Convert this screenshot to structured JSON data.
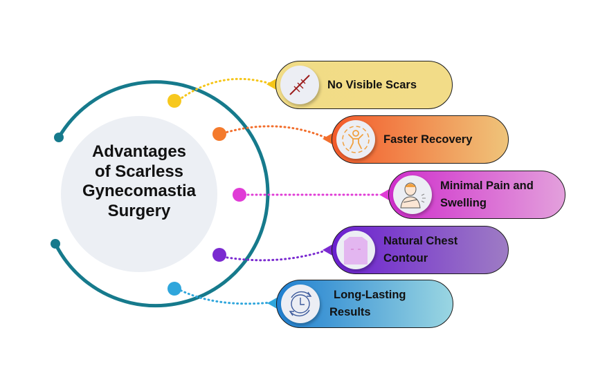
{
  "title": {
    "lines": [
      "Advantages",
      "of Scarless",
      "Gynecomastia",
      "Surgery"
    ]
  },
  "colors": {
    "ring": "#167a8c",
    "center_fill": "#eceff4"
  },
  "advantages": [
    {
      "label_lines": [
        "No Visible Scars"
      ],
      "icon": "scar-icon",
      "dot_color": "#f7c81e",
      "gradient": [
        "#f1dc86",
        "#f2dc88"
      ]
    },
    {
      "label_lines": [
        "Faster Recovery"
      ],
      "icon": "recovery-person-icon",
      "dot_color": "#f47a2c",
      "gradient": [
        "#f35a2a",
        "#efc47a"
      ]
    },
    {
      "label_lines": [
        "Minimal Pain and",
        "Swelling"
      ],
      "icon": "pain-person-icon",
      "dot_color": "#e03cd6",
      "gradient": [
        "#cf2ecb",
        "#e3a0dc"
      ]
    },
    {
      "label_lines": [
        "Natural Chest",
        "Contour"
      ],
      "icon": "chest-icon",
      "dot_color": "#7a2ad0",
      "gradient": [
        "#6a1fd0",
        "#9e7cc4"
      ]
    },
    {
      "label_lines": [
        "Long-Lasting",
        "Results"
      ],
      "icon": "clock-cycle-icon",
      "dot_color": "#2fa6dc",
      "gradient": [
        "#1f7fd0",
        "#9ad6e2"
      ]
    }
  ]
}
